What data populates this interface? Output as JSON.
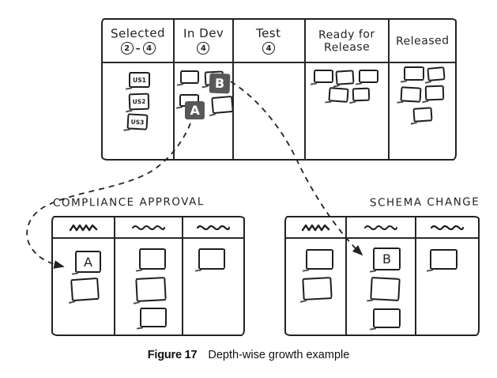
{
  "figure": {
    "caption_label": "Figure 17",
    "caption_text": "Depth-wise growth example"
  },
  "kanban": {
    "columns": [
      {
        "label": "Selected",
        "wip_min": "2",
        "wip_separator": "–",
        "wip_max": "4"
      },
      {
        "label": "In Dev",
        "wip": "4"
      },
      {
        "label": "Test",
        "wip": "4"
      },
      {
        "label": "Ready for Release"
      },
      {
        "label": "Released"
      }
    ],
    "selected_cards": [
      "US1",
      "US2",
      "US3"
    ],
    "badge_a": "A",
    "badge_b": "B"
  },
  "sub_boards": {
    "compliance": {
      "title": "COMPLIANCE APPROVAL",
      "card_label": "A"
    },
    "schema": {
      "title": "SCHEMA CHANGE",
      "card_label": "B"
    }
  },
  "colors": {
    "ink": "#222222",
    "badge_background": "#58575a",
    "badge_text": "#ffffff",
    "background": "#ffffff"
  }
}
